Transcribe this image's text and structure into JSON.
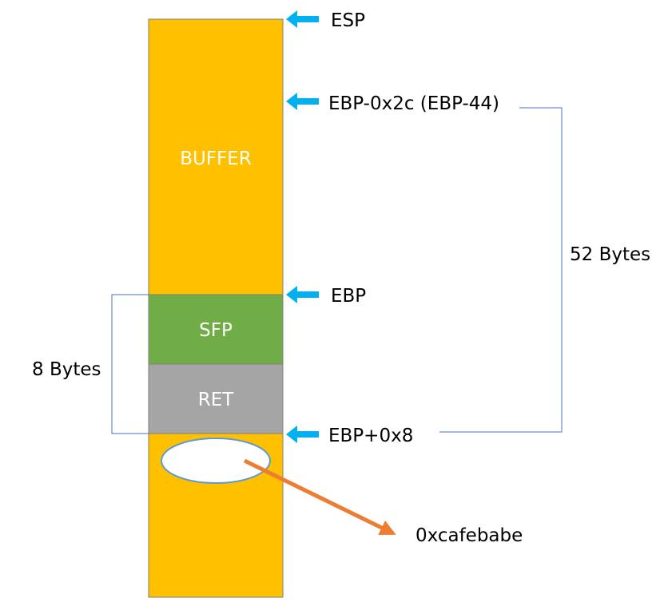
{
  "stack": {
    "buffer_label": "BUFFER",
    "sfp_label": "SFP",
    "ret_label": "RET"
  },
  "pointers": {
    "esp": "ESP",
    "ebp_minus": "EBP-0x2c (EBP-44)",
    "ebp": "EBP",
    "ebp_plus": "EBP+0x8"
  },
  "sizes": {
    "span_52": "52 Bytes",
    "span_8": "8 Bytes"
  },
  "target_value": "0xcafebabe",
  "colors": {
    "buffer": "#FFC000",
    "sfp": "#70AD47",
    "ret": "#A5A5A5",
    "pointer_arrow": "#00B0F0",
    "bracket": "#4472C4",
    "overwrite_arrow": "#ED7D31",
    "oval_border": "#5B9BD5"
  },
  "icons": {
    "pointer": "left-arrow-icon",
    "overwrite": "diagonal-arrow-icon"
  }
}
